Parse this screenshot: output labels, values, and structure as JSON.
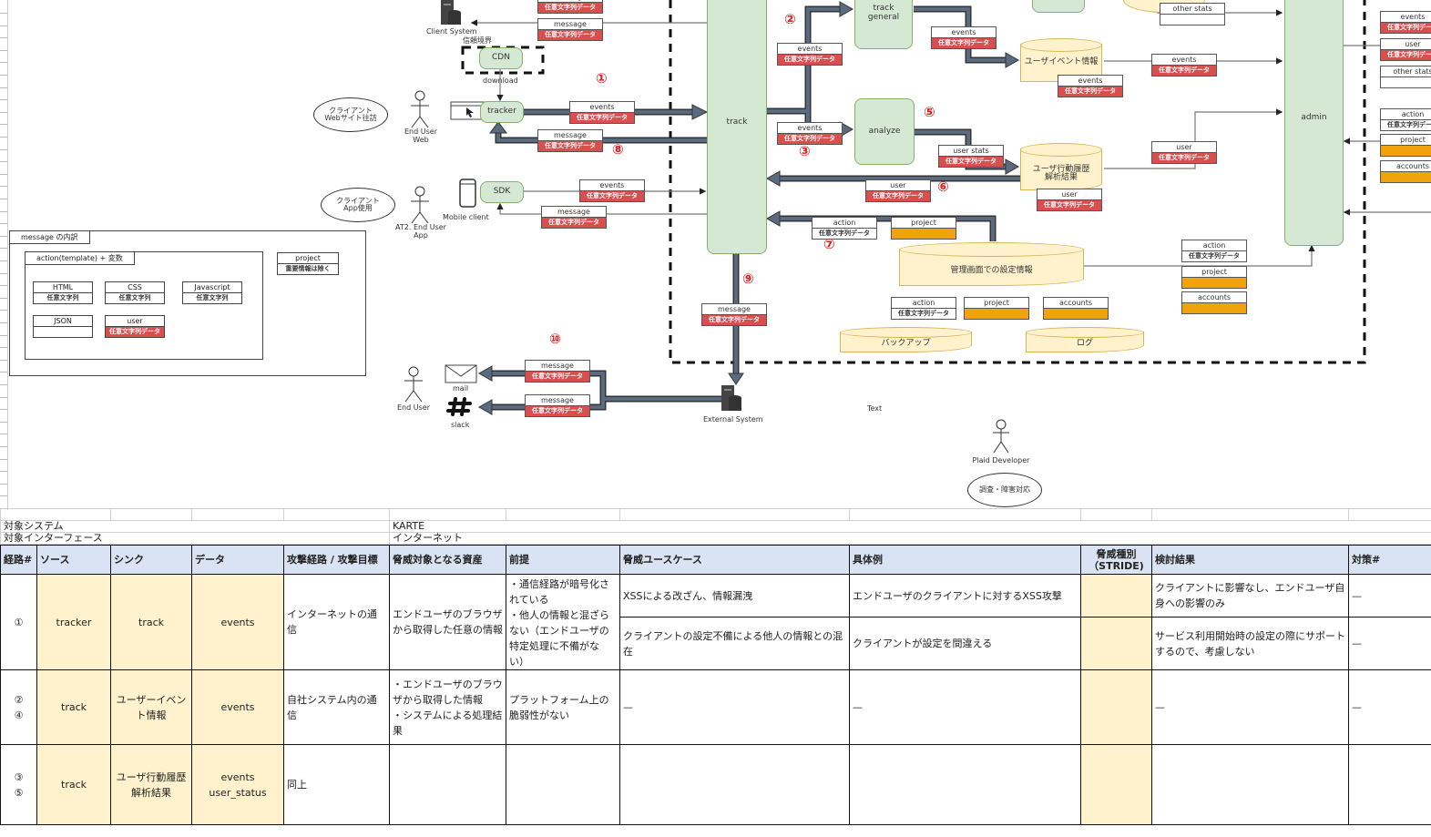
{
  "diagram": {
    "nodes": {
      "cdn": "CDN",
      "tracker": "tracker",
      "sdk": "SDK",
      "track": "track",
      "track_general": "track\ngeneral",
      "analyze": "analyze",
      "admin": "admin"
    },
    "datastores": {
      "user_event": "ユーザイベント情報",
      "user_behavior": "ユーザ行動履歴\n解析結果",
      "admin_settings": "管理画面での設定情報",
      "backup": "バックアップ",
      "log": "ログ"
    },
    "actors": {
      "end_user_web": "End User\nWeb",
      "end_user_app": "AT2. End User\nApp",
      "end_user": "End User",
      "plaid_developer": "Plaid Developer"
    },
    "systems": {
      "client_system": "Client System",
      "external_system": "External System",
      "mobile_client": "Mobile client",
      "mail": "mail",
      "slack": "slack"
    },
    "ellipses": {
      "client_web": "クライアント\nWebサイト往訪",
      "client_app": "クライアント\nApp使用",
      "investigation": "調査・障害対応"
    },
    "labels": {
      "trust_boundary": "信頼境界",
      "download": "download",
      "text": "Text"
    },
    "route_numbers": [
      "①",
      "②",
      "③",
      "⑤",
      "⑥",
      "⑦",
      "⑧",
      "⑨",
      "⑩"
    ],
    "tag_values": {
      "arbitrary_data": "任意文字列データ",
      "arbitrary_string": "任意文字列",
      "excluding_important": "重要情報は除く"
    },
    "tags": [
      {
        "label": "message",
        "fill": "red"
      },
      {
        "label": "message",
        "fill": "red"
      },
      {
        "label": "events",
        "fill": "red"
      },
      {
        "label": "message",
        "fill": "red"
      },
      {
        "label": "events",
        "fill": "red"
      },
      {
        "label": "message",
        "fill": "red"
      },
      {
        "label": "events",
        "fill": "red"
      },
      {
        "label": "events",
        "fill": "red"
      },
      {
        "label": "events",
        "fill": "red"
      },
      {
        "label": "user stats",
        "fill": "red"
      },
      {
        "label": "user",
        "fill": "red"
      },
      {
        "label": "action",
        "fill": "plain"
      },
      {
        "label": "project",
        "fill": "orange"
      },
      {
        "label": "message",
        "fill": "red"
      },
      {
        "label": "message",
        "fill": "red"
      },
      {
        "label": "message",
        "fill": "red"
      },
      {
        "label": "other stats",
        "fill": "empty"
      },
      {
        "label": "events",
        "fill": "red"
      },
      {
        "label": "events",
        "fill": "red"
      },
      {
        "label": "user",
        "fill": "red"
      },
      {
        "label": "user",
        "fill": "red"
      },
      {
        "label": "action",
        "fill": "plain"
      },
      {
        "label": "project",
        "fill": "orange"
      },
      {
        "label": "accounts",
        "fill": "orange"
      },
      {
        "label": "action",
        "fill": "plain"
      },
      {
        "label": "project",
        "fill": "orange"
      },
      {
        "label": "accounts",
        "fill": "orange"
      },
      {
        "label": "events",
        "fill": "red"
      },
      {
        "label": "user",
        "fill": "red"
      },
      {
        "label": "other stats",
        "fill": "empty"
      },
      {
        "label": "action",
        "fill": "plain"
      },
      {
        "label": "project",
        "fill": "orange"
      },
      {
        "label": "accounts",
        "fill": "orange"
      }
    ],
    "message_breakdown": {
      "title": "message の内訳",
      "inner_title": "action(template) + 変数",
      "items": [
        {
          "label": "HTML",
          "value": "任意文字列",
          "fill": "plain"
        },
        {
          "label": "CSS",
          "value": "任意文字列",
          "fill": "plain"
        },
        {
          "label": "Javascript",
          "value": "任意文字列",
          "fill": "plain"
        },
        {
          "label": "JSON",
          "value": "",
          "fill": "empty"
        },
        {
          "label": "user",
          "value": "任意文字列データ",
          "fill": "red"
        }
      ],
      "project": {
        "label": "project",
        "value": "重要情報は除く"
      }
    }
  },
  "sheet": {
    "meta": [
      {
        "key": "対象システム",
        "value": "KARTE"
      },
      {
        "key": "対象インターフェース",
        "value": "インターネット"
      }
    ],
    "headers": [
      "経路#",
      "ソース",
      "シンク",
      "データ",
      "攻撃経路 / 攻撃目標",
      "脅威対象となる資産",
      "前提",
      "脅威ユースケース",
      "具体例",
      "脅威種別\n（STRIDE)",
      "検討結果",
      "対策#"
    ],
    "rows": [
      {
        "route": "①",
        "source": "tracker",
        "sink": "track",
        "data": "events",
        "attack_path": "インターネットの通信",
        "asset": "エンドユーザのブラウザから取得した任意の情報",
        "premise": "・通信経路が暗号化されている\n・他人の情報と混ざらない（エンドユーザの特定処理に不備がない）\n・システムに実装上の脆",
        "cases": [
          {
            "usecase": "XSSによる改ざん、情報漏洩",
            "example": "エンドユーザのクライアントに対するXSS攻撃",
            "stride": "",
            "result": "クライアントに影響なし、エンドユーザ自身への影響のみ",
            "countermeasure": "—"
          },
          {
            "usecase": "クライアントの設定不備による他人の情報との混在",
            "example": "クライアントが設定を間違える",
            "stride": "",
            "result": "サービス利用開始時の設定の際にサポートするので、考慮しない",
            "countermeasure": "—"
          }
        ]
      },
      {
        "route": "②\n④",
        "source": "track",
        "sink": "ユーザーイベント情報",
        "data": "events",
        "attack_path": "自社システム内の通信",
        "asset": "・エンドユーザのブラウザから取得した情報\n・システムによる処理結果",
        "premise": "プラットフォーム上の脆弱性がない",
        "cases": [
          {
            "usecase": "—",
            "example": "—",
            "stride": "",
            "result": "—",
            "countermeasure": "—"
          }
        ]
      },
      {
        "route": "③\n⑤",
        "source": "track",
        "sink": "ユーザ行動履歴解析結果",
        "data": "events\nuser_status",
        "attack_path": "同上",
        "asset": "",
        "premise": "",
        "cases": [
          {
            "usecase": "",
            "example": "",
            "stride": "",
            "result": "",
            "countermeasure": ""
          }
        ]
      }
    ]
  }
}
